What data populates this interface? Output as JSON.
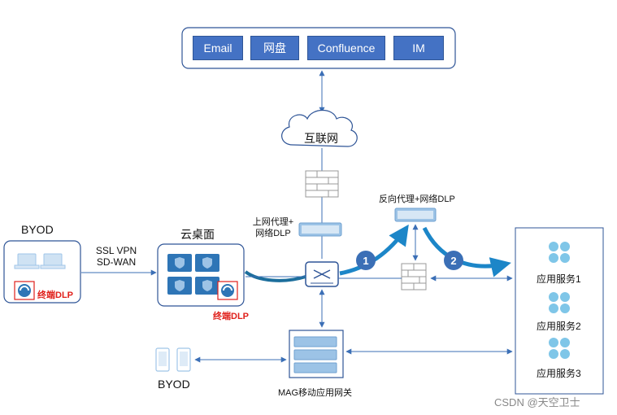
{
  "services": {
    "items": [
      {
        "label": "Email"
      },
      {
        "label": "网盘"
      },
      {
        "label": "Confluence"
      },
      {
        "label": "IM"
      }
    ]
  },
  "internet": {
    "label": "互联网"
  },
  "proxy_top": {
    "line1": "上网代理+",
    "line2": "网络DLP"
  },
  "reverse_proxy": {
    "label": "反向代理+网络DLP"
  },
  "byod_left": {
    "title": "BYOD",
    "dlp_label": "终端DLP"
  },
  "link_left": {
    "line1": "SSL VPN",
    "line2": "SD-WAN"
  },
  "cloud_desktop": {
    "title": "云桌面",
    "dlp_label": "终端DLP"
  },
  "badges": [
    "1",
    "2"
  ],
  "apps": {
    "items": [
      {
        "label": "应用服务1"
      },
      {
        "label": "应用服务2"
      },
      {
        "label": "应用服务3"
      }
    ]
  },
  "byod_mobile": {
    "title": "BYOD"
  },
  "mag": {
    "label": "MAG移动应用网关"
  },
  "watermark": "CSDN @天空卫士",
  "colors": {
    "blue": "#4472c4",
    "dark_blue": "#2f5597",
    "arrow": "#3b6fb6",
    "red": "#e0201b",
    "teal": "#1c6e9c"
  }
}
